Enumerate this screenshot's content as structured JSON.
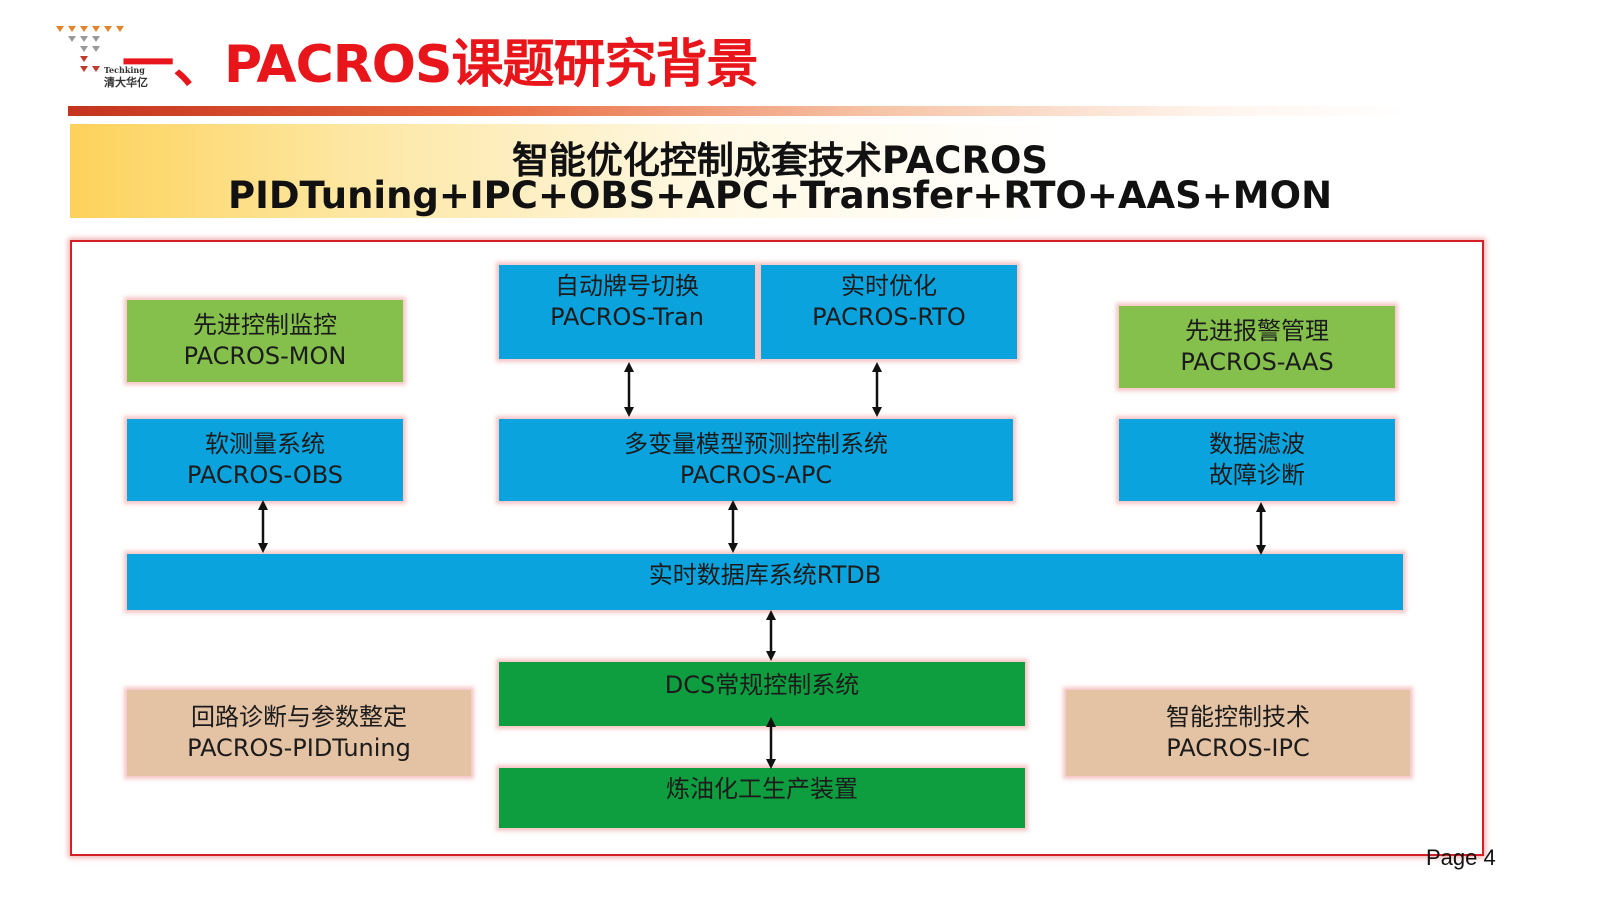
{
  "logo": {
    "text": "清大华亿",
    "subtext": "Techking"
  },
  "title": "一、PACROS课题研究背景",
  "banner": {
    "line1": "智能优化控制成套技术PACROS",
    "line2": "PIDTuning+IPC+OBS+APC+Transfer+RTO+AAS+MON"
  },
  "boxes": {
    "mon": {
      "line1": "先进控制监控",
      "line2": "PACROS-MON"
    },
    "tran": {
      "line1": "自动牌号切换",
      "line2": "PACROS-Tran"
    },
    "rto": {
      "line1": "实时优化",
      "line2": "PACROS-RTO"
    },
    "aas": {
      "line1": "先进报警管理",
      "line2": "PACROS-AAS"
    },
    "obs": {
      "line1": "软测量系统",
      "line2": "PACROS-OBS"
    },
    "apc": {
      "line1": "多变量模型预测控制系统",
      "line2": "PACROS-APC"
    },
    "filter": {
      "line1": "数据滤波",
      "line2": "故障诊断"
    },
    "rtdb": {
      "line1": "实时数据库系统RTDB"
    },
    "dcs": {
      "line1": "DCS常规控制系统"
    },
    "plant": {
      "line1": "炼油化工生产装置"
    },
    "pid": {
      "line1": "回路诊断与参数整定",
      "line2": "PACROS-PIDTuning"
    },
    "ipc": {
      "line1": "智能控制技术",
      "line2": "PACROS-IPC"
    }
  },
  "colors": {
    "title_red": "#e8161b",
    "box_blue": "#0aa3dd",
    "box_light_green": "#85c04d",
    "box_dark_green": "#0e9e40",
    "box_tan": "#e4c2a4",
    "frame_red": "#d51f26"
  },
  "footer": {
    "page": "Page 4"
  }
}
